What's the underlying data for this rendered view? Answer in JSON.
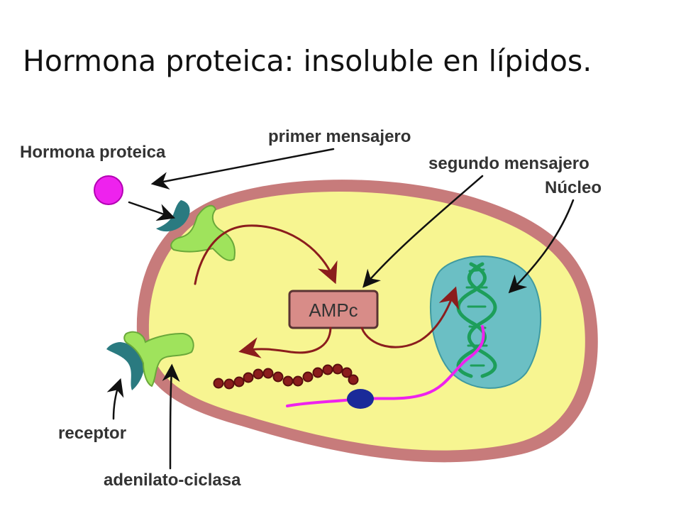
{
  "slide": {
    "title": "Hormona proteica: insoluble en lípidos."
  },
  "diagram": {
    "labels": {
      "hormone": "Hormona proteica",
      "first_messenger": "primer mensajero",
      "second_messenger": "segundo mensajero",
      "nucleus": "Núcleo",
      "receptor": "receptor",
      "adenylate_cyclase": "adenilato-ciclasa"
    },
    "ampc": "AMPc",
    "colors": {
      "cytoplasm": "#f7f591",
      "membrane": "#c77b7b",
      "nucleus": "#6bbfc4",
      "dna": "#1d9e5a",
      "hormone": "#ee22ee",
      "receptor": "#2a7a80",
      "cyclase": "#9fe35c",
      "arrow": "#8b1d1d",
      "protein_chain": "#8b1d1d",
      "mrna": "#ee22ee",
      "ribosome": "#1a2a99"
    }
  }
}
